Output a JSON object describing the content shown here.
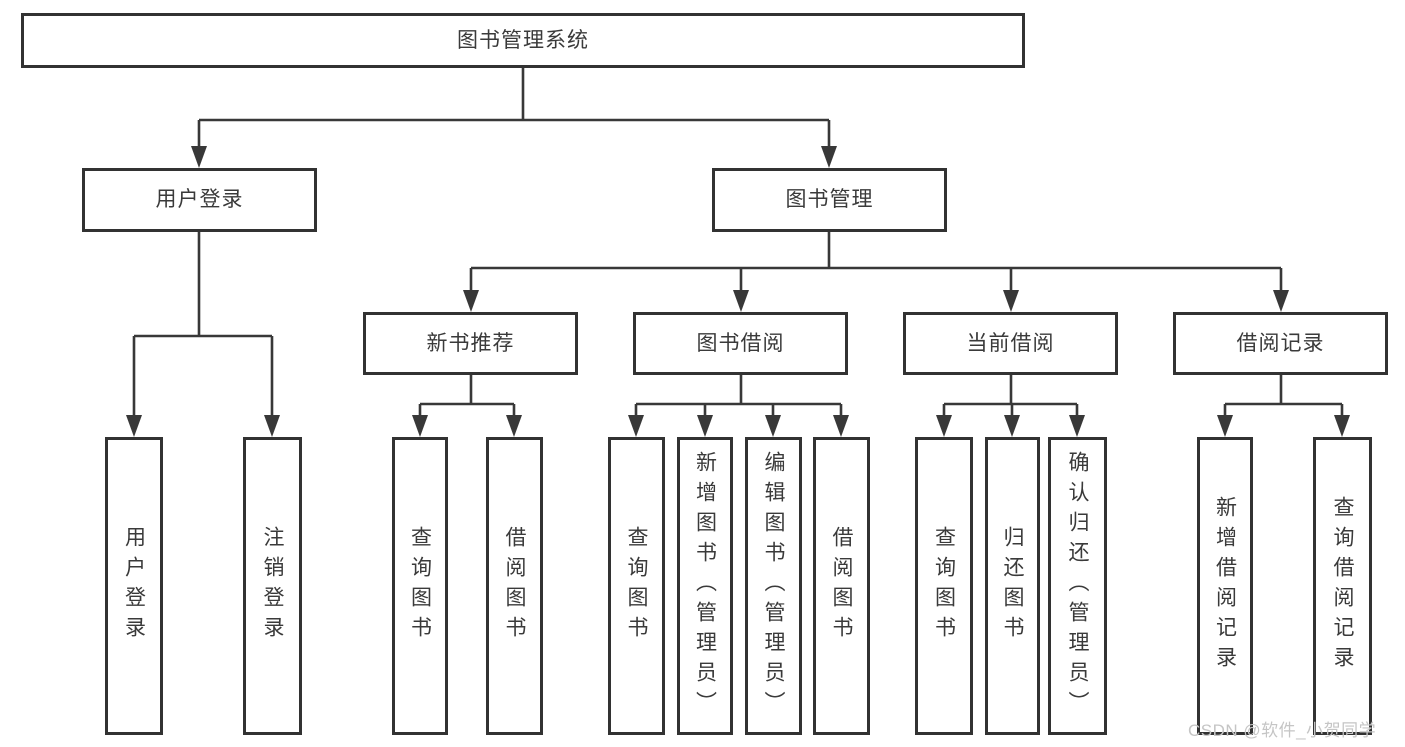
{
  "diagram_type": "functional-structure-tree",
  "colors": {
    "line": "#383838",
    "box_border": "#323232",
    "text": "#3a3a3a",
    "background": "#ffffff",
    "watermark": "#c5c5c5"
  },
  "tree": {
    "label": "图书管理系统",
    "children": [
      {
        "label": "用户登录",
        "children": [
          {
            "label": "用户登录"
          },
          {
            "label": "注销登录"
          }
        ]
      },
      {
        "label": "图书管理",
        "children": [
          {
            "label": "新书推荐",
            "children": [
              {
                "label": "查询图书"
              },
              {
                "label": "借阅图书"
              }
            ]
          },
          {
            "label": "图书借阅",
            "children": [
              {
                "label": "查询图书"
              },
              {
                "label": "新增图书（管理员）"
              },
              {
                "label": "编辑图书（管理员）"
              },
              {
                "label": "借阅图书"
              }
            ]
          },
          {
            "label": "当前借阅",
            "children": [
              {
                "label": "查询图书"
              },
              {
                "label": "归还图书"
              },
              {
                "label": "确认归还（管理员）"
              }
            ]
          },
          {
            "label": "借阅记录",
            "children": [
              {
                "label": "新增借阅记录"
              },
              {
                "label": "查询借阅记录"
              }
            ]
          }
        ]
      }
    ]
  },
  "watermark": {
    "text": "CSDN @软件_小贺同学"
  }
}
